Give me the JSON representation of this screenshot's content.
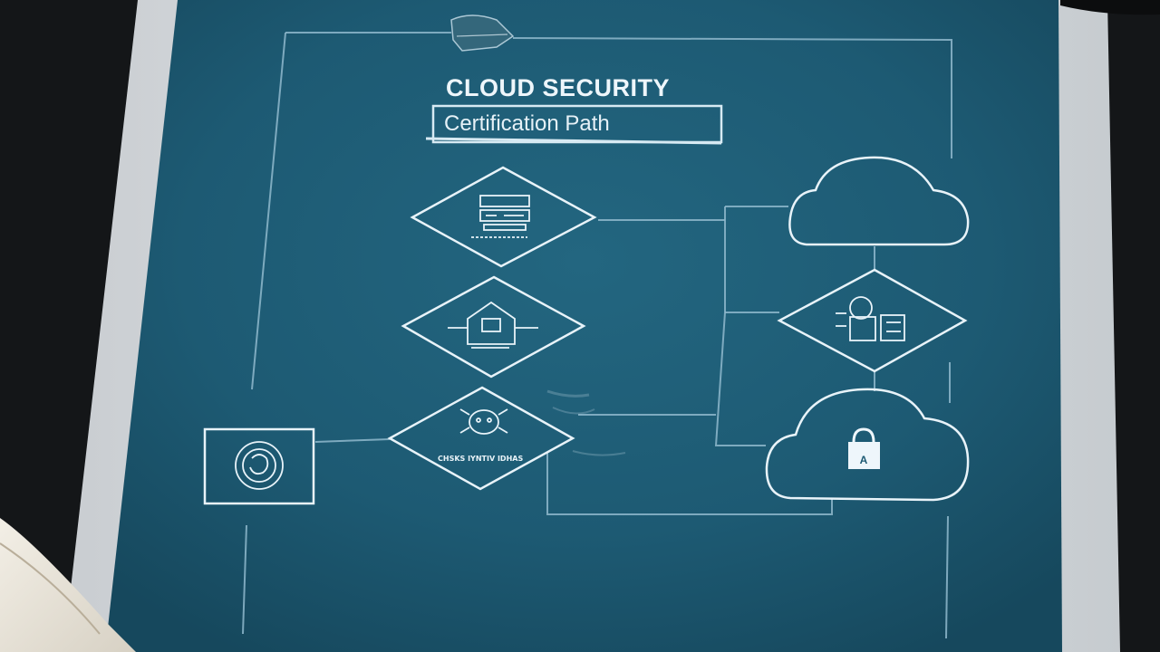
{
  "poster": {
    "title": "CLOUD SECURITY",
    "subtitle": "Certification Path"
  },
  "nodes": [
    {
      "id": "step-1",
      "shape": "diamond",
      "icon": "server-rack-icon",
      "label": ""
    },
    {
      "id": "step-2",
      "shape": "diamond",
      "icon": "house-shield-icon",
      "label": ""
    },
    {
      "id": "step-3",
      "shape": "diamond",
      "icon": "bug-icon",
      "label": "CHSKS IYNTIV IDHAS"
    },
    {
      "id": "start-box",
      "shape": "square",
      "icon": "certificate-seal-icon",
      "label": ""
    },
    {
      "id": "cloud-top",
      "shape": "cloud",
      "icon": "",
      "label": ""
    },
    {
      "id": "cloud-middle",
      "shape": "diamond",
      "icon": "network-icon",
      "label": ""
    },
    {
      "id": "cloud-bottom",
      "shape": "cloud",
      "icon": "padlock-icon",
      "label": "A"
    }
  ],
  "colors": {
    "desk": "#141618",
    "paper": "#dfe3e6",
    "board": "#1e5b74",
    "chalk": "#e8f3f9",
    "wire": "#8fb9cc"
  }
}
